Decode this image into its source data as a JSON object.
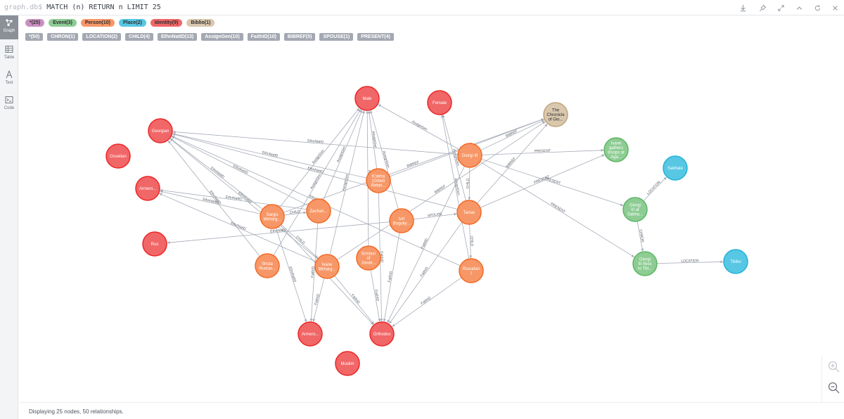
{
  "prompt": {
    "prefix": "graph.db$",
    "query": "MATCH (n) RETURN n LIMIT 25"
  },
  "toolbar": {
    "icons": [
      "download-icon",
      "pin-icon",
      "expand-icon",
      "collapse-icon",
      "refresh-icon",
      "close-icon"
    ]
  },
  "sidebar": {
    "items": [
      {
        "label": "Graph",
        "icon": "graph-icon",
        "active": true
      },
      {
        "label": "Table",
        "icon": "table-icon",
        "active": false
      },
      {
        "label": "Text",
        "icon": "text-icon",
        "active": false
      },
      {
        "label": "Code",
        "icon": "code-icon",
        "active": false
      }
    ]
  },
  "labels": [
    {
      "text": "*(25)",
      "color": "#c990c0"
    },
    {
      "text": "Event(3)",
      "color": "#8dcc93"
    },
    {
      "text": "Person(10)",
      "color": "#f79767"
    },
    {
      "text": "Place(2)",
      "color": "#57c7e3"
    },
    {
      "text": "Identity(9)",
      "color": "#f16667"
    },
    {
      "text": "Biblio(1)",
      "color": "#d9c8ae"
    }
  ],
  "relationships": [
    "*(50)",
    "CHRON(1)",
    "LOCATION(2)",
    "CHILD(4)",
    "EthnNatID(13)",
    "AssignGen(10)",
    "FaithID(10)",
    "BIBREF(5)",
    "SPOUSE(1)",
    "PRESENT(4)"
  ],
  "colors": {
    "Identity": "#f16667",
    "Identity_stroke": "#eb2728",
    "Person": "#f79767",
    "Person_stroke": "#f36924",
    "Event": "#8dcc93",
    "Event_stroke": "#5db665",
    "Place": "#57c7e3",
    "Place_stroke": "#23b3d7",
    "Biblio": "#d9c8ae",
    "Biblio_stroke": "#c0a378",
    "edge": "#a5abb6"
  },
  "graph": {
    "nodes": [
      {
        "id": "male",
        "type": "Identity",
        "lines": [
          "Male"
        ]
      },
      {
        "id": "female",
        "type": "Identity",
        "lines": [
          "Female"
        ]
      },
      {
        "id": "georgian",
        "type": "Identity",
        "lines": [
          "Georgian"
        ]
      },
      {
        "id": "ossetian",
        "type": "Identity",
        "lines": [
          "Ossetian"
        ]
      },
      {
        "id": "armeni1",
        "type": "Identity",
        "lines": [
          "Armeni..."
        ]
      },
      {
        "id": "rus",
        "type": "Identity",
        "lines": [
          "Rus"
        ]
      },
      {
        "id": "armeni2",
        "type": "Identity",
        "lines": [
          "Armeni..."
        ]
      },
      {
        "id": "orthodox",
        "type": "Identity",
        "lines": [
          "Orthodox"
        ]
      },
      {
        "id": "muslim",
        "type": "Identity",
        "lines": [
          "Muslim"
        ]
      },
      {
        "id": "chronicle",
        "type": "Biblio",
        "lines": [
          "The",
          "Chronicle",
          "of Gio..."
        ]
      },
      {
        "id": "giorgi",
        "type": "Person",
        "lines": [
          "Giorgi III"
        ]
      },
      {
        "id": "kakha",
        "type": "Person",
        "lines": [
          "K'akha",
          "(Orbeli",
          "Rebel..."
        ]
      },
      {
        "id": "sargis",
        "type": "Person",
        "lines": [
          "Sargis",
          "Mkharg..."
        ]
      },
      {
        "id": "zachari",
        "type": "Person",
        "lines": [
          "Zachari..."
        ]
      },
      {
        "id": "iuri",
        "type": "Person",
        "lines": [
          "Iuri",
          "Bogoliy..."
        ]
      },
      {
        "id": "tamar",
        "type": "Person",
        "lines": [
          "Tamar"
        ]
      },
      {
        "id": "shota",
        "type": "Person",
        "lines": [
          "Shota",
          "Rustav..."
        ]
      },
      {
        "id": "ivane",
        "type": "Person",
        "lines": [
          "Ivane",
          "Mkharg..."
        ]
      },
      {
        "id": "eristavi",
        "type": "Person",
        "lines": [
          "Eristavi",
          "of",
          "Javak..."
        ]
      },
      {
        "id": "rusudan",
        "type": "Person",
        "lines": [
          "Rusudan",
          "I"
        ]
      },
      {
        "id": "ivane_ev",
        "type": "Event",
        "lines": [
          "Ivane",
          "gathers",
          "troops at",
          "Aga..."
        ]
      },
      {
        "id": "giorgi_sakha",
        "type": "Event",
        "lines": [
          "Giorgi",
          "III at",
          "Sakha..."
        ]
      },
      {
        "id": "giorgi_flees",
        "type": "Event",
        "lines": [
          "Giorgi",
          "III flees",
          "to Tbi..."
        ]
      },
      {
        "id": "sakhate",
        "type": "Place",
        "lines": [
          "Sakhate"
        ]
      },
      {
        "id": "tbilisi",
        "type": "Place",
        "lines": [
          "Tbilisi"
        ]
      }
    ],
    "edges": [
      {
        "from": "giorgi",
        "to": "male",
        "label": "AssignGen"
      },
      {
        "from": "kakha",
        "to": "male",
        "label": "AssignGen"
      },
      {
        "from": "sargis",
        "to": "male",
        "label": "AssignGen"
      },
      {
        "from": "zachari",
        "to": "male",
        "label": "AssignGen"
      },
      {
        "from": "ivane",
        "to": "male",
        "label": "AssignGen"
      },
      {
        "from": "eristavi",
        "to": "male",
        "label": "AssignGen"
      },
      {
        "from": "shota",
        "to": "male",
        "label": "AssignGen"
      },
      {
        "from": "iuri",
        "to": "male",
        "label": "AssignGen"
      },
      {
        "from": "tamar",
        "to": "female",
        "label": "AssignGen"
      },
      {
        "from": "rusudan",
        "to": "female",
        "label": "AssignGen"
      },
      {
        "from": "giorgi",
        "to": "georgian",
        "label": "EthnNatID"
      },
      {
        "from": "tamar",
        "to": "georgian",
        "label": "EthnNatID"
      },
      {
        "from": "kakha",
        "to": "georgian",
        "label": "EthnNatID"
      },
      {
        "from": "zachari",
        "to": "georgian",
        "label": "EthnNatID"
      },
      {
        "from": "sargis",
        "to": "georgian",
        "label": "EthnNatID"
      },
      {
        "from": "ivane",
        "to": "georgian",
        "label": "EthnNatID"
      },
      {
        "from": "shota",
        "to": "georgian",
        "label": "EthnNatID"
      },
      {
        "from": "rusudan",
        "to": "georgian",
        "label": "EthnNatID"
      },
      {
        "from": "sargis",
        "to": "armeni1",
        "label": "EthnNatID"
      },
      {
        "from": "zachari",
        "to": "armeni1",
        "label": "EthnNatID"
      },
      {
        "from": "ivane",
        "to": "armeni1",
        "label": "EthnNatID"
      },
      {
        "from": "iuri",
        "to": "rus",
        "label": "EthnNatID"
      },
      {
        "from": "sargis",
        "to": "armeni2",
        "label": "EthnNatID"
      },
      {
        "from": "giorgi",
        "to": "orthodox",
        "label": "FaithID"
      },
      {
        "from": "tamar",
        "to": "orthodox",
        "label": "FaithID"
      },
      {
        "from": "rusudan",
        "to": "orthodox",
        "label": "FaithID"
      },
      {
        "from": "kakha",
        "to": "orthodox",
        "label": "FaithID"
      },
      {
        "from": "iuri",
        "to": "orthodox",
        "label": "FaithID"
      },
      {
        "from": "eristavi",
        "to": "orthodox",
        "label": "FaithID"
      },
      {
        "from": "ivane",
        "to": "orthodox",
        "label": "FaithID"
      },
      {
        "from": "sargis",
        "to": "orthodox",
        "label": "FaithID"
      },
      {
        "from": "zachari",
        "to": "armeni2",
        "label": "FaithID"
      },
      {
        "from": "ivane",
        "to": "armeni2",
        "label": "FaithID"
      },
      {
        "from": "giorgi",
        "to": "chronicle",
        "label": "BIBREF"
      },
      {
        "from": "kakha",
        "to": "chronicle",
        "label": "BIBREF"
      },
      {
        "from": "tamar",
        "to": "chronicle",
        "label": "BIBREF"
      },
      {
        "from": "ivane",
        "to": "chronicle",
        "label": "BIBREF"
      },
      {
        "from": "sargis",
        "to": "chronicle",
        "label": "BIBREF"
      },
      {
        "from": "giorgi",
        "to": "ivane_ev",
        "label": "PRESENT"
      },
      {
        "from": "tamar",
        "to": "ivane_ev",
        "label": "PRESENT"
      },
      {
        "from": "giorgi",
        "to": "giorgi_sakha",
        "label": "PRESENT"
      },
      {
        "from": "giorgi",
        "to": "giorgi_flees",
        "label": "PRESENT"
      },
      {
        "from": "giorgi",
        "to": "tamar",
        "label": "CHILD"
      },
      {
        "from": "tamar",
        "to": "rusudan",
        "label": "CHILD"
      },
      {
        "from": "sargis",
        "to": "zachari",
        "label": "CHILD"
      },
      {
        "from": "sargis",
        "to": "ivane",
        "label": "CHILD"
      },
      {
        "from": "iuri",
        "to": "tamar",
        "label": "SPOUSE"
      },
      {
        "from": "giorgi_sakha",
        "to": "sakhate",
        "label": "LOCATION"
      },
      {
        "from": "giorgi_flees",
        "to": "tbilisi",
        "label": "LOCATION"
      },
      {
        "from": "giorgi_sakha",
        "to": "giorgi_flees",
        "label": "CHRON"
      }
    ]
  },
  "zoom": {
    "in_icon": "zoom-in-icon",
    "out_icon": "zoom-out-icon"
  },
  "status": "Displaying 25 nodes, 50 relationships."
}
